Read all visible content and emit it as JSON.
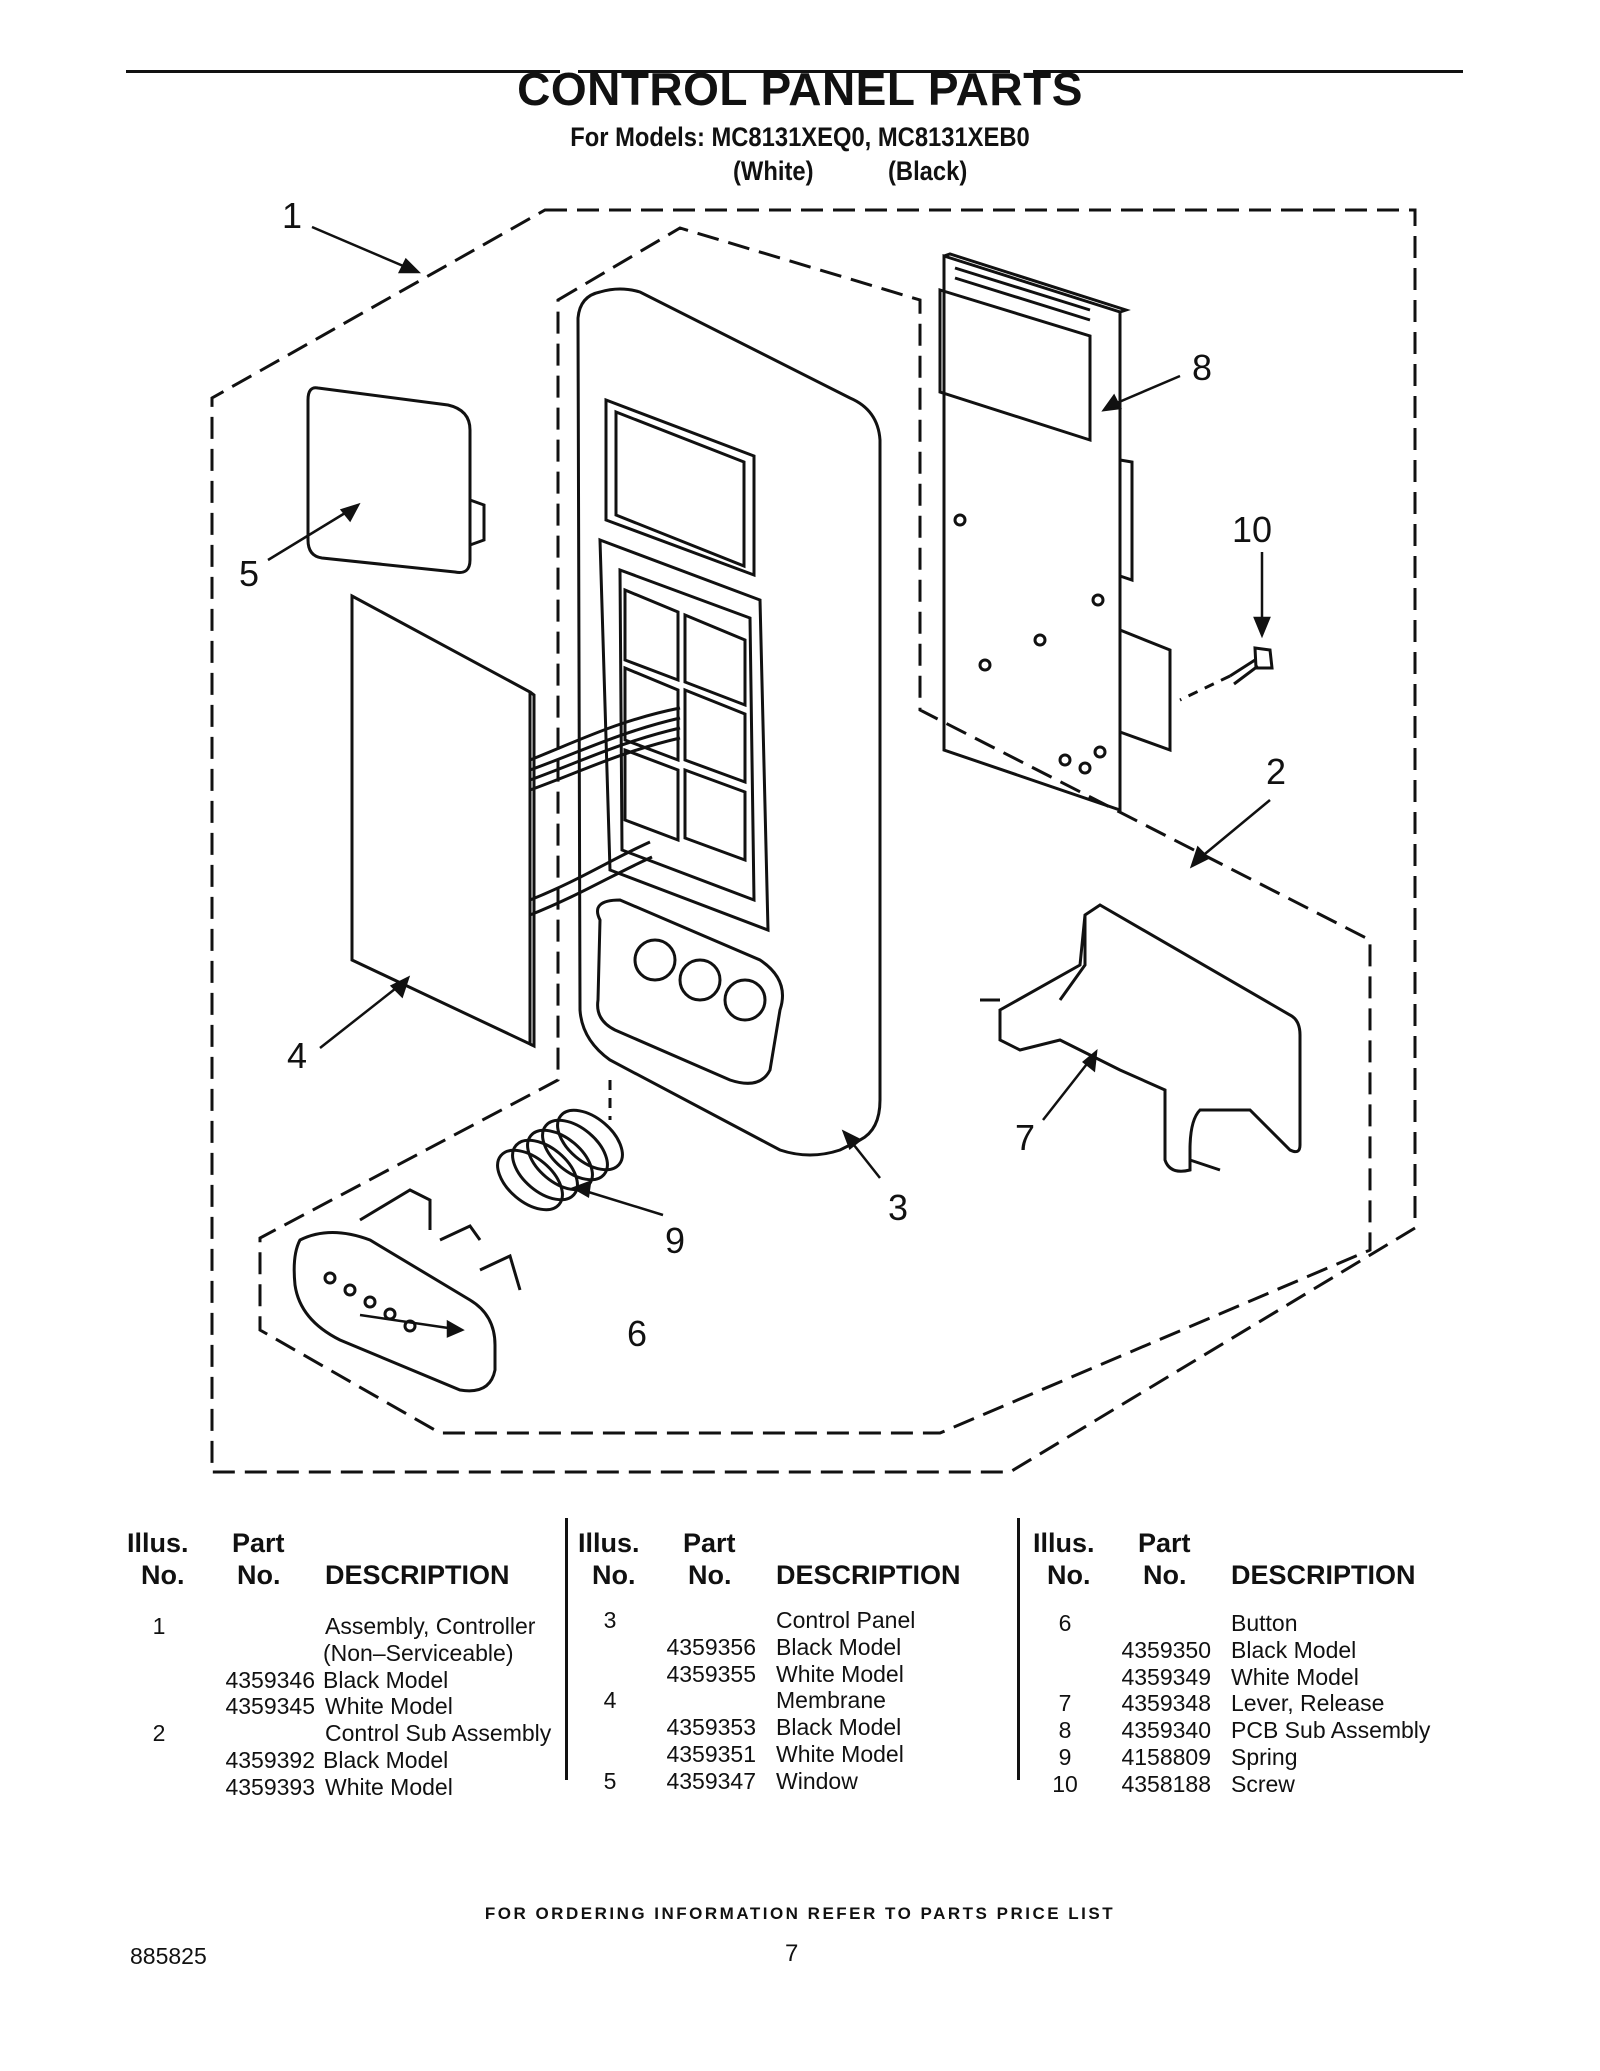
{
  "header": {
    "title": "CONTROL PANEL PARTS",
    "subtitle": "For Models: MC8131XEQ0, MC8131XEB0",
    "model_white": "(White)",
    "model_black": "(Black)"
  },
  "diagram": {
    "callouts": [
      "1",
      "2",
      "3",
      "4",
      "5",
      "6",
      "7",
      "8",
      "9",
      "10"
    ]
  },
  "table": {
    "headers": {
      "illus_1": "Illus.",
      "illus_2": "No.",
      "part_1": "Part",
      "part_2": "No.",
      "description": "DESCRIPTION"
    },
    "columns": [
      [
        {
          "illus": "1",
          "part": "",
          "desc": "Assembly, Controller"
        },
        {
          "illus": "",
          "part": "",
          "desc": "(Non–Serviceable)"
        },
        {
          "illus": "",
          "part": "4359346",
          "desc": "Black Model"
        },
        {
          "illus": "",
          "part": "4359345",
          "desc": "White Model"
        },
        {
          "illus": "2",
          "part": "",
          "desc": "Control Sub Assembly"
        },
        {
          "illus": "",
          "part": "4359392",
          "desc": "Black Model"
        },
        {
          "illus": "",
          "part": "4359393",
          "desc": "White Model"
        }
      ],
      [
        {
          "illus": "3",
          "part": "",
          "desc": "Control Panel"
        },
        {
          "illus": "",
          "part": "4359356",
          "desc": "Black Model"
        },
        {
          "illus": "",
          "part": "4359355",
          "desc": "White Model"
        },
        {
          "illus": "4",
          "part": "",
          "desc": "Membrane"
        },
        {
          "illus": "",
          "part": "4359353",
          "desc": "Black Model"
        },
        {
          "illus": "",
          "part": "4359351",
          "desc": "White Model"
        },
        {
          "illus": "5",
          "part": "4359347",
          "desc": "Window"
        }
      ],
      [
        {
          "illus": "6",
          "part": "",
          "desc": "Button"
        },
        {
          "illus": "",
          "part": "4359350",
          "desc": "Black Model"
        },
        {
          "illus": "",
          "part": "4359349",
          "desc": "White Model"
        },
        {
          "illus": "7",
          "part": "4359348",
          "desc": "Lever, Release"
        },
        {
          "illus": "8",
          "part": "4359340",
          "desc": "PCB Sub Assembly"
        },
        {
          "illus": "9",
          "part": "4158809",
          "desc": "Spring"
        },
        {
          "illus": "10",
          "part": "4358188",
          "desc": "Screw"
        }
      ]
    ]
  },
  "footer": {
    "ordering_note": "FOR ORDERING INFORMATION REFER TO PARTS PRICE LIST",
    "doc_number": "885825",
    "page_number": "7"
  }
}
